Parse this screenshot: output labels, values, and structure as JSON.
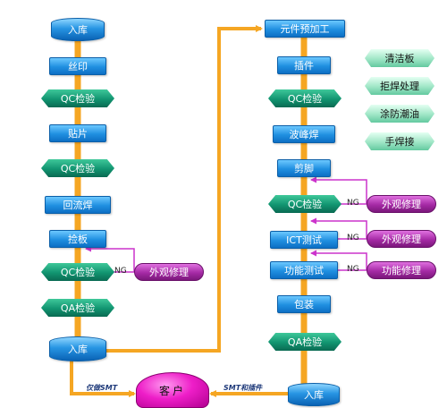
{
  "left_column": {
    "warehouse_in": "入库",
    "silk_print": "丝印",
    "qc1": "QC检验",
    "placement": "贴片",
    "qc2": "QC检验",
    "reflow": "回流焊",
    "pick": "捡板",
    "qc3": "QC检验",
    "qa": "QA检验",
    "warehouse_in_2": "入库"
  },
  "right_column": {
    "preprocess": "元件预加工",
    "insert": "插件",
    "qc": "QC检验",
    "wave": "波峰焊",
    "cut": "剪脚",
    "qc2": "QC检验",
    "ict": "ICT测试",
    "func_test": "功能测试",
    "pack": "包装",
    "qa": "QA检验",
    "warehouse_in": "入库"
  },
  "legend": [
    "清洁板",
    "拒焊处理",
    "涂防潮油",
    "手焊接"
  ],
  "rework": {
    "left": "外观修理",
    "right1": "外观修理",
    "right2": "外观修理",
    "right3": "功能修理",
    "ng": "NG"
  },
  "customer": "客户",
  "edge_labels": {
    "smt_only": "仅做SMT",
    "smt_and_insert": "SMT和插件"
  },
  "colors": {
    "arrow": "#f5a623",
    "rework_arrow": "#cc33cc",
    "process": "#1f8fe0",
    "inspection": "#119470",
    "repair": "#a52aa5"
  }
}
